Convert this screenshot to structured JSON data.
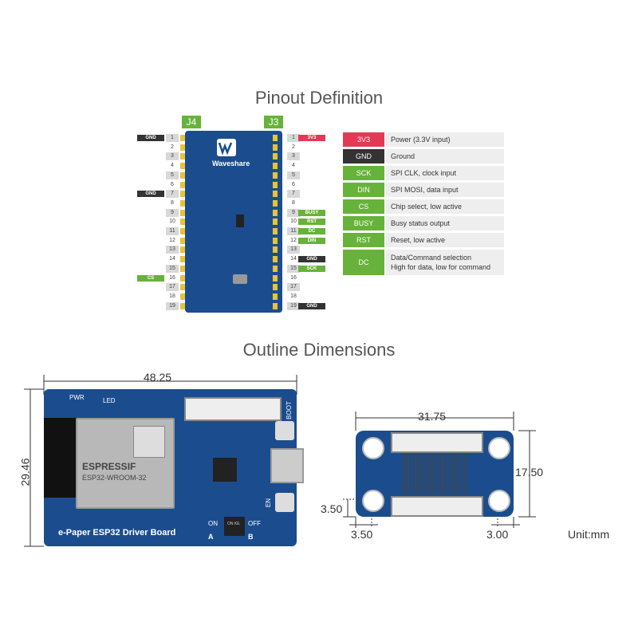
{
  "pinout": {
    "title": "Pinout Definition",
    "j4_label": "J4",
    "j3_label": "J3",
    "board_logo_text": "Waveshare",
    "pin_numbers": [
      "1",
      "2",
      "3",
      "4",
      "5",
      "6",
      "7",
      "8",
      "9",
      "10",
      "11",
      "12",
      "13",
      "14",
      "15",
      "16",
      "17",
      "18",
      "19"
    ],
    "left_signals": [
      {
        "pin": 1,
        "label": "GND",
        "color": "#333333"
      },
      {
        "pin": 7,
        "label": "GND",
        "color": "#333333"
      },
      {
        "pin": 16,
        "label": "CS",
        "color": "#67b23a"
      }
    ],
    "right_signals": [
      {
        "pin": 1,
        "label": "3V3",
        "color": "#e23a55"
      },
      {
        "pin": 9,
        "label": "BUSY",
        "color": "#67b23a"
      },
      {
        "pin": 10,
        "label": "RST",
        "color": "#67b23a"
      },
      {
        "pin": 11,
        "label": "DC",
        "color": "#67b23a"
      },
      {
        "pin": 12,
        "label": "DIN",
        "color": "#67b23a"
      },
      {
        "pin": 14,
        "label": "GND",
        "color": "#333333"
      },
      {
        "pin": 15,
        "label": "SCK",
        "color": "#67b23a"
      },
      {
        "pin": 19,
        "label": "GND",
        "color": "#333333"
      }
    ],
    "legend": [
      {
        "key": "3V3",
        "desc": "Power (3.3V input)",
        "color": "#e23a55"
      },
      {
        "key": "GND",
        "desc": "Ground",
        "color": "#333333"
      },
      {
        "key": "SCK",
        "desc": "SPI CLK, clock input",
        "color": "#67b23a"
      },
      {
        "key": "DIN",
        "desc": "SPI MOSI, data input",
        "color": "#67b23a"
      },
      {
        "key": "CS",
        "desc": "Chip select, low active",
        "color": "#67b23a"
      },
      {
        "key": "BUSY",
        "desc": "Busy status output",
        "color": "#67b23a"
      },
      {
        "key": "RST",
        "desc": "Reset, low active",
        "color": "#67b23a"
      },
      {
        "key": "DC",
        "desc": "Data/Command selection",
        "desc2": "High for data, low for command",
        "color": "#67b23a"
      }
    ]
  },
  "outline": {
    "title": "Outline Dimensions",
    "main_board": {
      "width_label": "48.25",
      "height_label": "29.46",
      "name": "e-Paper ESP32 Driver Board",
      "module_brand": "ESPRESSIF",
      "module_name": "ESP32-WROOM-32",
      "pwr_label": "PWR",
      "led_label": "LED",
      "boot_label": "BOOT",
      "en_label": "EN",
      "on_label": "ON",
      "a_label": "A",
      "b_label": "B",
      "off_label": "OFF",
      "switch_label": "ON KE"
    },
    "adapter": {
      "width_label": "31.75",
      "height_label": "17.50",
      "hole_offset_y": "3.50",
      "hole_offset_left": "3.50",
      "hole_offset_right": "3.00"
    },
    "unit_label": "Unit:mm"
  }
}
